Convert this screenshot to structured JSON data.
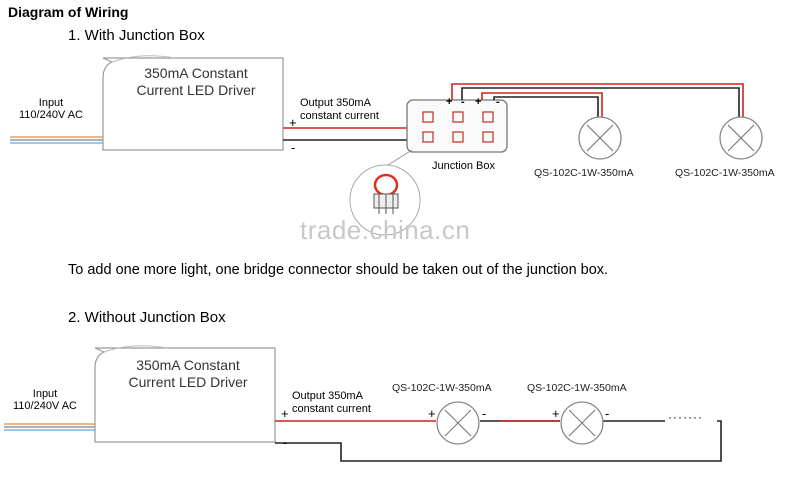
{
  "title": "Diagram of Wiring",
  "section1": {
    "heading": "1.   With Junction Box",
    "input_line1": "Input",
    "input_line2": "110/240V AC",
    "driver_line1": "350mA Constant",
    "driver_line2": "Current LED Driver",
    "output_line1": "Output 350mA",
    "output_line2": "constant current",
    "plus": "+",
    "minus": "-",
    "junction_box_label": "Junction Box",
    "jb_plus_1": "+",
    "jb_minus_1": "-",
    "jb_plus_2": "+",
    "jb_minus_2": "-",
    "light1_label": "QS-102C-1W-350mA",
    "light2_label": "QS-102C-1W-350mA"
  },
  "watermark": "trade.china.cn",
  "note": "To add one more light, one bridge connector should be taken out of the junction box.",
  "section2": {
    "heading": "2.   Without Junction Box",
    "input_line1": "Input",
    "input_line2": "110/240V AC",
    "driver_line1": "350mA Constant",
    "driver_line2": "Current LED Driver",
    "output_line1": "Output 350mA",
    "output_line2": "constant current",
    "plus": "+",
    "minus": "-",
    "light1_label": "QS-102C-1W-350mA",
    "light2_label": "QS-102C-1W-350mA",
    "light1_plus": "+",
    "light1_minus": "-",
    "light2_plus": "+",
    "light2_minus": "-",
    "continuation": "·······"
  },
  "colors": {
    "live_wire": "#d42020",
    "neutral_wire": "#222222",
    "ac_blue": "#7fb3e0",
    "ac_orange": "#e8a060",
    "box_stroke": "#9a9a9a",
    "bridge_red": "#e03020"
  }
}
